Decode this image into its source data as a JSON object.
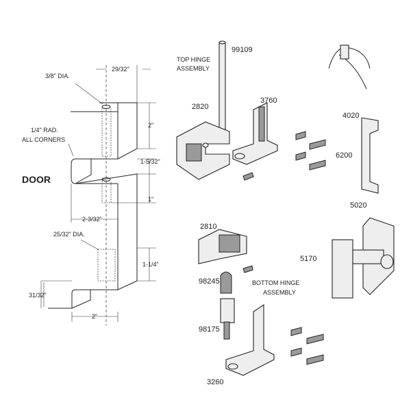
{
  "diagram": {
    "door_label": "DOOR",
    "dimensions": {
      "top_offset": "29/32\"",
      "top_hole": "3/8\" DIA.",
      "top_height": "2\"",
      "radius_line1": "1/4\" RAD.",
      "radius_line2": "ALL CORNERS",
      "gap": "1-5/32\"",
      "mid_height": "1\"",
      "mid_width": "2-3/32\"",
      "bottom_hole": "25/32\" DIA.",
      "bottom_height": "1-1/4\"",
      "foot_height": "31/32\"",
      "foot_width": "2\""
    },
    "parts": {
      "top_hinge_line1": "TOP HINGE",
      "top_hinge_line2": "ASSEMBLY",
      "p99109": "99109",
      "p2820": "2820",
      "p3760": "3760",
      "p4020": "4020",
      "p6200": "6200",
      "p5020": "5020",
      "p5170": "5170",
      "p2810": "2810",
      "p98245": "98245",
      "bottom_hinge_line1": "BOTTOM HINGE",
      "bottom_hinge_line2": "ASSEMBLY",
      "p98175": "98175",
      "p3260": "3260"
    }
  }
}
